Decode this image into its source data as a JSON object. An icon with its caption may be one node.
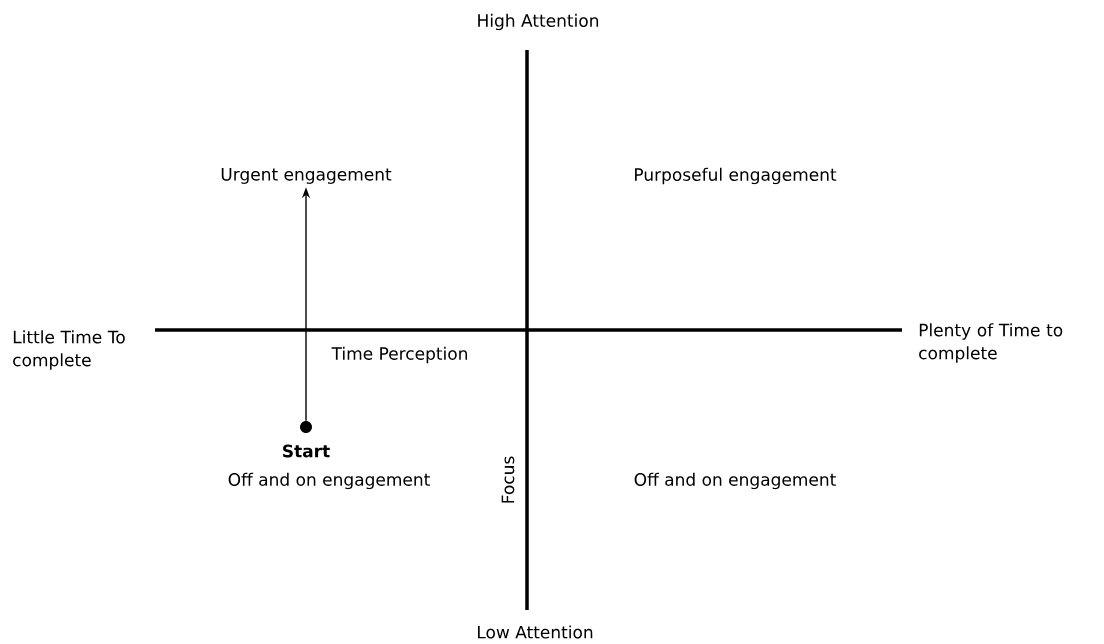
{
  "diagram": {
    "nodes": [
      {
        "text": [
          "Urgent engagement"
        ]
      },
      {
        "text": [],
        "shape": "circle",
        "beside": [
          "Start"
        ]
      }
    ],
    "edges": [
      {
        "from": 1,
        "to": 0,
        "arrow": "to"
      }
    ],
    "labels": [
      "High Attention",
      "Purposeful engagement",
      "Little Time To complete",
      "Plenty of Time to complete",
      "Time Perception",
      "Off and on engagement",
      "Focus",
      "Off and on engagement",
      "Low Attention"
    ]
  }
}
